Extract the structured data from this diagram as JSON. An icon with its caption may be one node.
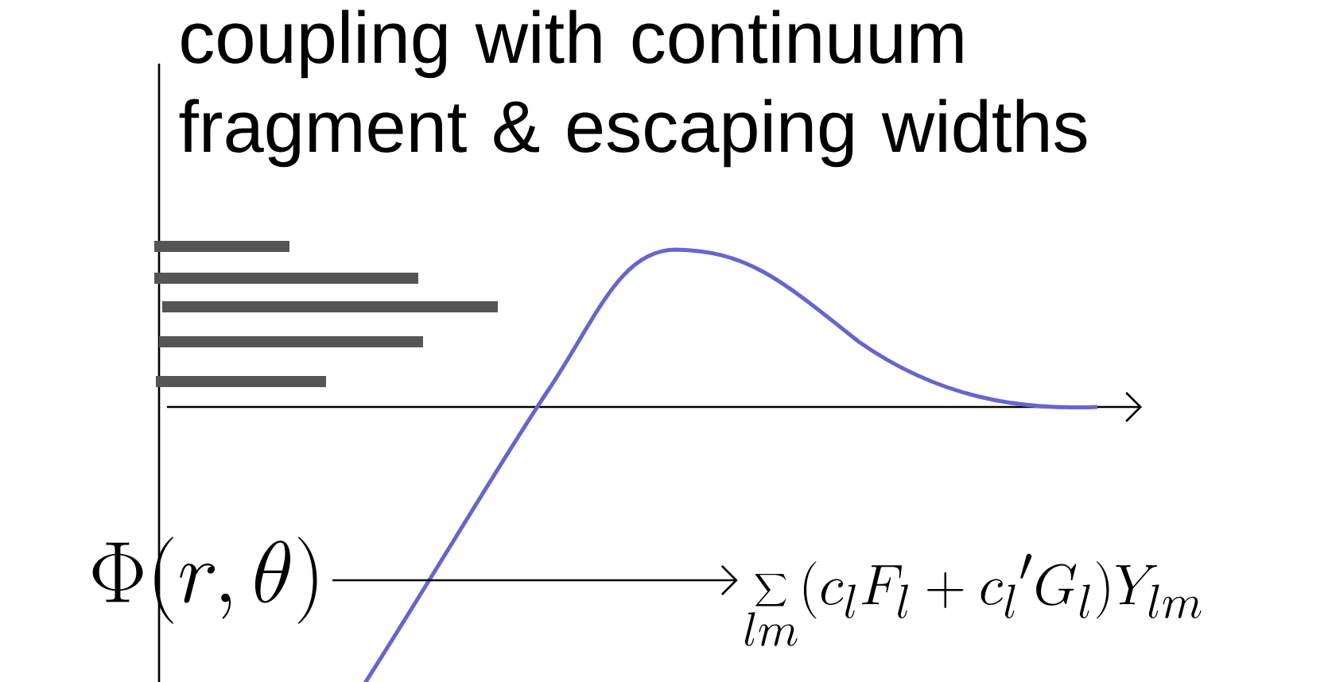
{
  "diagram": {
    "nodes": [
      {
        "text": [
          "\\Phi(r,\\theta)"
        ]
      },
      {
        "text": [
          "\\sum_{lm}(c_l F_l + c_l{}' G_l) Y_{lm}"
        ]
      }
    ],
    "edges": [
      {
        "from": 0,
        "to": 1,
        "arrow": "to"
      }
    ],
    "labels": [
      "coupling with continuum fragment & escaping widths"
    ]
  }
}
